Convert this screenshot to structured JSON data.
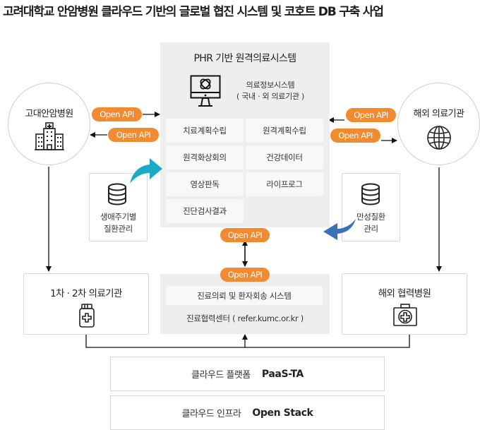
{
  "title": "고려대학교 안암병원 클라우드 기반의 글로벌 협진 시스템 및 코호트 DB 구축 사업",
  "colors": {
    "open_api_pill": "#f28a30",
    "cyan_arrow": "#1aabc4",
    "blue_arrow": "#3a72b8",
    "panel_bg": "#eeeeee"
  },
  "phr_system": {
    "title": "PHR 기반 원격의료시스템",
    "mis_icon": "monitor-icon",
    "mis_line1": "의료정보시스템",
    "mis_line2": "( 국내 · 외 의료기관 )",
    "functions": [
      "치료계획수립",
      "원격계획수립",
      "원격화상회의",
      "건강데이터",
      "영상판독",
      "라이프로그",
      "진단검사결과"
    ]
  },
  "left_hospital": {
    "label": "고대안암병원",
    "icon": "hospital-building-icon",
    "api_out": "Open API",
    "api_in": "Open API"
  },
  "right_institution": {
    "label": "해외 의료기관",
    "icon": "globe-icon",
    "api_in": "Open API",
    "api_out": "Open API"
  },
  "lifecycle_db": {
    "icon": "database-icon",
    "line1": "생애주기별",
    "line2": "질환관리"
  },
  "chronic_db": {
    "icon": "database-icon",
    "line1": "만성질환",
    "line2": "관리"
  },
  "center_api_top": "Open API",
  "center_api_bottom": "Open API",
  "referral": {
    "system": "진료의뢰 및 환자회송 시스템",
    "center": "진료협력센터 ( refer.kumc.or.kr )"
  },
  "primary_secondary": {
    "label": "1차 · 2차 의료기관",
    "icon": "medicine-bottle-icon"
  },
  "overseas_partner": {
    "label": "해외 협력병원",
    "icon": "first-aid-kit-icon"
  },
  "cloud_platform": {
    "label": "클라우드 플랫폼",
    "value": "PaaS-TA"
  },
  "cloud_infra": {
    "label": "클라우드 인프라",
    "value": "Open Stack"
  }
}
